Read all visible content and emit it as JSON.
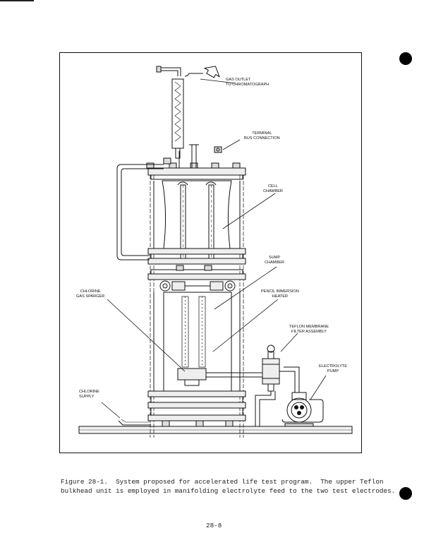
{
  "figure": {
    "labels": {
      "gas_outlet": "GAS OUTLET\nTO CHROMATOGRAPH",
      "terminal": "TERMINAL\nBUS CONNECTION",
      "cell_chamber": "CELL\nCHAMBER",
      "sump_chamber": "SUMP\nCHAMBER",
      "pencil_heater": "PENCIL IMMERSION\nHEATER",
      "chlorine_sparger": "CHLORINE\nGAS SPARGER",
      "teflon_filter": "TEFLON MEMBRANE\nFILTER ASSEMBLY",
      "electrolyte_pump": "ELECTROLYTE\nPUMP",
      "chlorine_supply": "CHLORINE\nSUPPLY"
    }
  },
  "caption": {
    "line1": "Figure 28-1.  System proposed for accelerated life test program.  The upper Teflon",
    "line2": "bulkhead unit is employed in manifolding electrolyte feed to the two test electrodes."
  },
  "page_number": "28-8"
}
